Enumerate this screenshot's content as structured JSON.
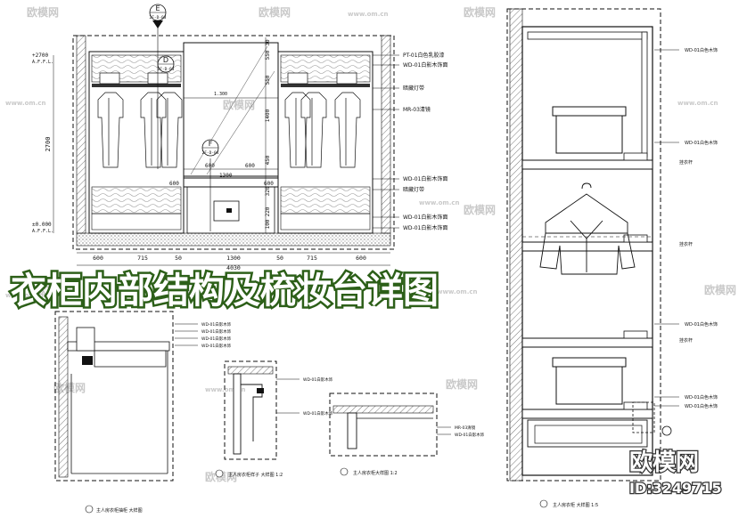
{
  "title": "衣柜内部结构及梳妆台详图",
  "watermark": {
    "brand": "欧模网",
    "site": "www.om.cn",
    "id_label": "ID:3249715"
  },
  "elevation": {
    "callouts": {
      "top": {
        "letter": "E",
        "ref": "2F-D-03"
      },
      "upper": {
        "letter": "D",
        "ref": "2F-D-03"
      },
      "mid": {
        "letter": "F",
        "ref": "2F-D-04"
      }
    },
    "level_top": "+2700",
    "level_top_sub": "A.F.F.L.",
    "height": "2700",
    "level_bottom": "±0.000",
    "level_bottom_sub": "A.F.F.L.",
    "vertical_dims": [
      "30",
      "550",
      "550",
      "1400",
      "450",
      "320",
      "220",
      "100"
    ],
    "inner_dims": [
      "1300",
      "600",
      "600",
      "600",
      "600"
    ],
    "dim_1300": "1.300",
    "bottom_dims": [
      "600",
      "715",
      "50",
      "1300",
      "50",
      "715",
      "600"
    ],
    "overall_width": "4030",
    "labels": [
      "PT-01白色乳胶漆",
      "WD-01白影木饰面",
      "暗藏灯带",
      "MR-03清镜",
      "WD-01白影木饰面",
      "暗藏灯带",
      "WD-01白影木饰面",
      "WD-01白影木饰面"
    ]
  },
  "section_right": {
    "labels": [
      "WD-01白色木饰",
      "WD-01白色木饰",
      "WD-01白色木饰",
      "WD-01白色木饰",
      "WD-01白色木饰"
    ],
    "rod_labels": [
      "挂衣杆",
      "挂衣杆",
      "挂衣杆"
    ],
    "caption": "主人房衣柜 大样图 1:5"
  },
  "detail_left": {
    "labels": [
      "WD-01白影木饰",
      "WD-01白影木饰",
      "WD-01白影木饰",
      "WD-01白影木饰"
    ],
    "caption": "主人房衣柜抽柜 大样图"
  },
  "detail_mid": {
    "labels": [
      "WD-01白影木饰",
      "WD-01白影木饰"
    ],
    "caption": "主人房衣柜样子 大样图 1:2"
  },
  "detail_mid2": {
    "labels": [
      "MR-03清镜",
      "WD-01白影木饰"
    ],
    "caption": "主人房衣柜大样图 1:2"
  }
}
